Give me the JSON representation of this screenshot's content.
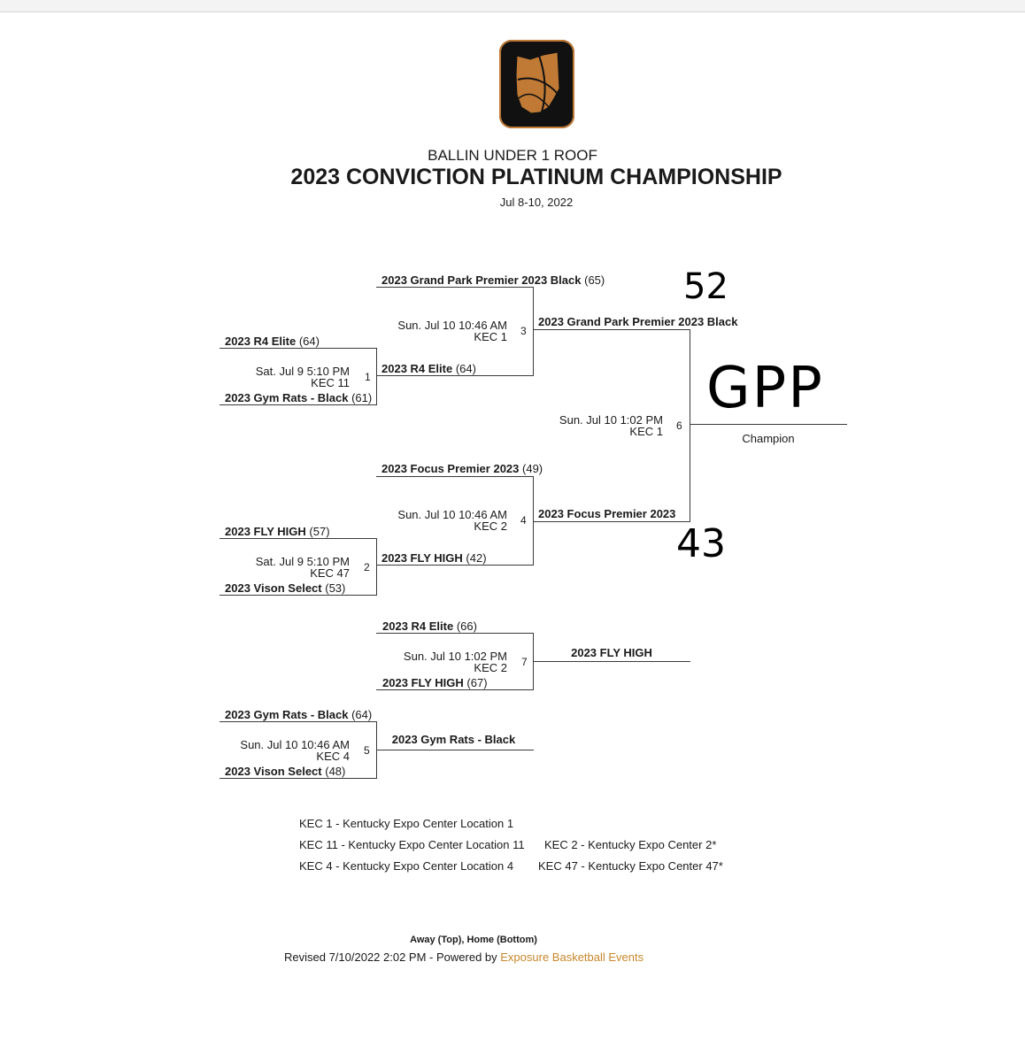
{
  "header": {
    "org": "BALLIN UNDER 1 ROOF",
    "title": "2023 CONVICTION PLATINUM CHAMPIONSHIP",
    "dates": "Jul 8-10, 2022"
  },
  "games": {
    "g1": {
      "num": "1",
      "time": "Sat. Jul 9 5:10 PM",
      "court": "KEC 11",
      "top": {
        "name": "2023 R4 Elite",
        "score": "(64)"
      },
      "bottom": {
        "name": "2023 Gym Rats - Black",
        "score": "(61)"
      }
    },
    "g2": {
      "num": "2",
      "time": "Sat. Jul 9 5:10 PM",
      "court": "KEC 47",
      "top": {
        "name": "2023 FLY HIGH",
        "score": "(57)"
      },
      "bottom": {
        "name": "2023 Vison Select",
        "score": "(53)"
      }
    },
    "g3": {
      "num": "3",
      "time": "Sun. Jul 10 10:46 AM",
      "court": "KEC 1",
      "top": {
        "name": "2023 Grand Park Premier 2023 Black",
        "score": "(65)"
      },
      "bottom": {
        "name": "2023 R4 Elite",
        "score": "(64)"
      }
    },
    "g4": {
      "num": "4",
      "time": "Sun. Jul 10 10:46 AM",
      "court": "KEC 2",
      "top": {
        "name": "2023 Focus Premier 2023",
        "score": "(49)"
      },
      "bottom": {
        "name": "2023 FLY HIGH",
        "score": "(42)"
      }
    },
    "g6": {
      "num": "6",
      "time": "Sun. Jul 10 1:02 PM",
      "court": "KEC 1",
      "top": {
        "name": "2023 Grand Park Premier 2023 Black"
      },
      "bottom": {
        "name": "2023 Focus Premier 2023"
      }
    },
    "g7": {
      "num": "7",
      "time": "Sun. Jul 10 1:02 PM",
      "court": "KEC 2",
      "top": {
        "name": "2023 R4 Elite",
        "score": "(66)"
      },
      "bottom": {
        "name": "2023 FLY HIGH",
        "score": "(67)"
      },
      "winner": "2023 FLY HIGH"
    },
    "g5": {
      "num": "5",
      "time": "Sun. Jul 10 10:46 AM",
      "court": "KEC 4",
      "top": {
        "name": "2023 Gym Rats - Black",
        "score": "(64)"
      },
      "bottom": {
        "name": "2023 Vison Select",
        "score": "(48)"
      },
      "winner": "2023 Gym Rats - Black"
    }
  },
  "champion_label": "Champion",
  "handwriting": {
    "score_top": "52",
    "champion": "GPP",
    "score_bottom": "43"
  },
  "legend": [
    "KEC 1 - Kentucky Expo Center Location 1",
    "KEC 11 - Kentucky Expo Center Location 11",
    "KEC 2 - Kentucky Expo Center 2*",
    "KEC 4 - Kentucky Expo Center Location 4",
    "KEC 47 - Kentucky Expo Center 47*"
  ],
  "footer": {
    "note": "Away (Top), Home (Bottom)",
    "revised": "Revised 7/10/2022 2:02 PM - Powered by ",
    "link": "Exposure Basketball Events"
  },
  "colors": {
    "accent": "#c8872b",
    "logo_orange": "#c07a35"
  }
}
